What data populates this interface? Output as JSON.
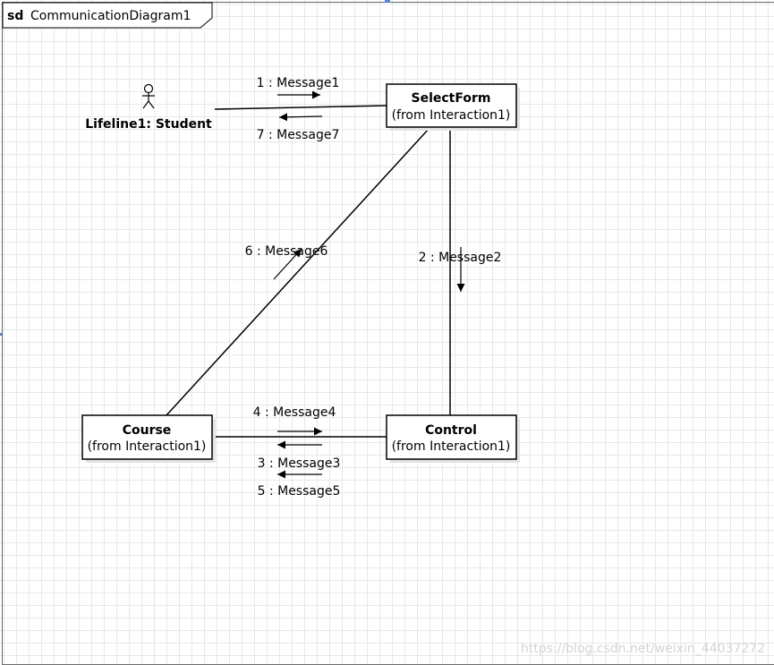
{
  "frame": {
    "keyword": "sd",
    "name": "CommunicationDiagram1"
  },
  "actor": {
    "label": "Lifeline1: Student",
    "icon": "stick-figure-icon"
  },
  "objects": {
    "selectform": {
      "name": "SelectForm",
      "sub": "(from Interaction1)"
    },
    "course": {
      "name": "Course",
      "sub": "(from Interaction1)"
    },
    "control": {
      "name": "Control",
      "sub": "(from Interaction1)"
    }
  },
  "messages": {
    "m1": "1 : Message1",
    "m2": "2 : Message2",
    "m3": "3 : Message3",
    "m4": "4 : Message4",
    "m5": "5 : Message5",
    "m6": "6 : Message6",
    "m7": "7 : Message7"
  },
  "watermark": "https://blog.csdn.net/weixin_44037272",
  "colors": {
    "grid": "#e6e8ec",
    "line": "#000000",
    "frame_border": "#6b6b6b",
    "accent": "#5a7fd6"
  }
}
